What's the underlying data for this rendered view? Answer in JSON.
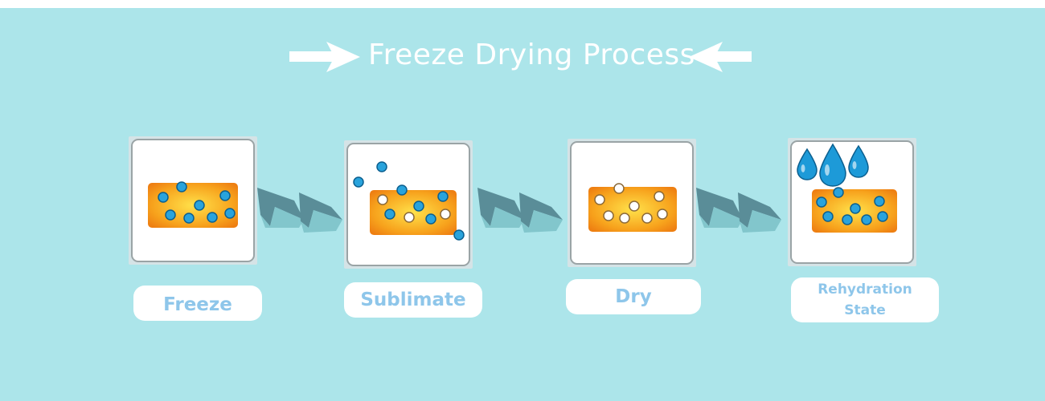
{
  "title": "Freeze Drying Process",
  "icons": {
    "left_arrow": "right-arrow-icon",
    "right_arrow": "left-arrow-icon",
    "connector": "double-chevron-arrow-icon"
  },
  "colors": {
    "background": "#ace5ea",
    "label_text": "#8ec6ea",
    "ice_crystal": "#29a3dc",
    "food_block": "#f5a623"
  },
  "steps": [
    {
      "label": "Freeze",
      "icon": "frozen-food-block-icon"
    },
    {
      "label": "Sublimate",
      "icon": "sublimating-food-block-icon"
    },
    {
      "label": "Dry",
      "icon": "dried-food-block-icon"
    },
    {
      "label_line1": "Rehydration",
      "label_line2": "State",
      "icon": "rehydrated-food-block-icon"
    }
  ]
}
